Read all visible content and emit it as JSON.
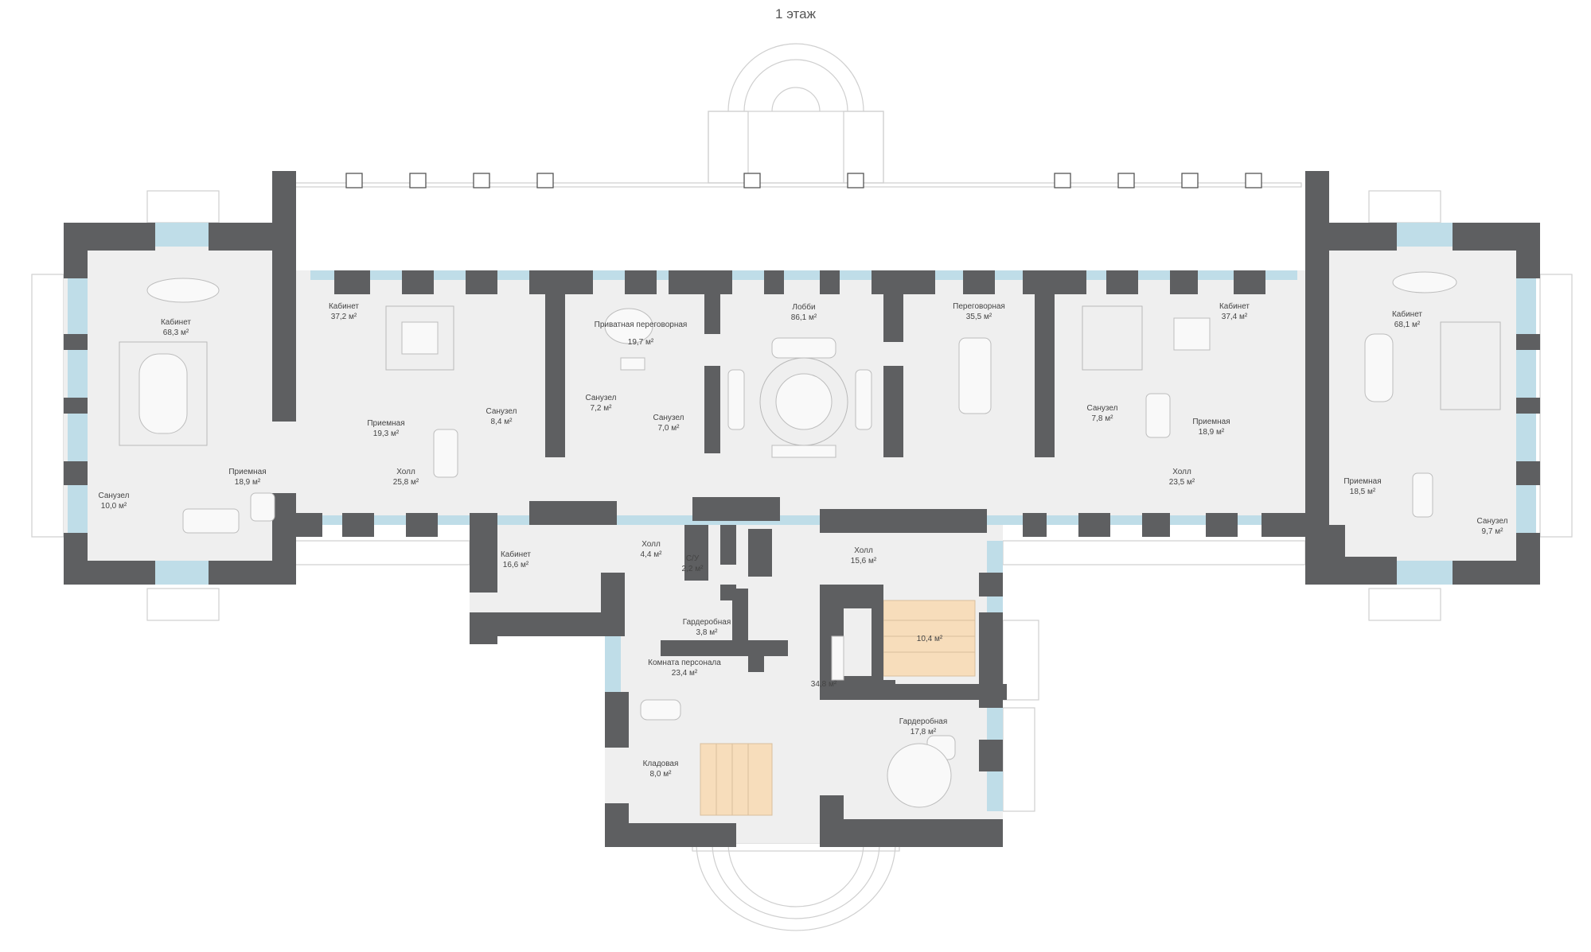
{
  "title": "1 этаж",
  "rooms": [
    {
      "name": "Кабинет",
      "area": "68,3 м²"
    },
    {
      "name": "Кабинет",
      "area": "37,2 м²"
    },
    {
      "name": "Приватная переговорная",
      "area": "19,7 м²"
    },
    {
      "name": "Лобби",
      "area": "86,1 м²"
    },
    {
      "name": "Переговорная",
      "area": "35,5 м²"
    },
    {
      "name": "Кабинет",
      "area": "37,4 м²"
    },
    {
      "name": "Кабинет",
      "area": "68,1 м²"
    },
    {
      "name": "Приемная",
      "area": "19,3 м²"
    },
    {
      "name": "Санузел",
      "area": "8,4 м²"
    },
    {
      "name": "Санузел",
      "area": "7,2 м²"
    },
    {
      "name": "Санузел",
      "area": "7,0 м²"
    },
    {
      "name": "Санузел",
      "area": "7,8 м²"
    },
    {
      "name": "Приемная",
      "area": "18,9 м²"
    },
    {
      "name": "Приемная",
      "area": "18,9 м²"
    },
    {
      "name": "Санузел",
      "area": "10,0 м²"
    },
    {
      "name": "Холл",
      "area": "25,8 м²"
    },
    {
      "name": "Холл",
      "area": "23,5 м²"
    },
    {
      "name": "Приемная",
      "area": "18,5 м²"
    },
    {
      "name": "Санузел",
      "area": "9,7 м²"
    },
    {
      "name": "Кабинет",
      "area": "16,6 м²"
    },
    {
      "name": "Холл",
      "area": "4,4 м²"
    },
    {
      "name": "С/У",
      "area": "2,2 м²"
    },
    {
      "name": "Холл",
      "area": "15,6 м²"
    },
    {
      "name": "Гардеробная",
      "area": "3,8 м²"
    },
    {
      "name": "",
      "area": "10,4 м²"
    },
    {
      "name": "Комната персонала",
      "area": "23,4 м²"
    },
    {
      "name": "",
      "area": "34,8 м²"
    },
    {
      "name": "Гардеробная",
      "area": "17,8 м²"
    },
    {
      "name": "Кладовая",
      "area": "8,0 м²"
    }
  ],
  "colors": {
    "wall": "#5e5f61",
    "floor": "#efefef",
    "glass": "#bfdde8",
    "stair": "#f7ddbb",
    "outline": "#cfcfcf"
  }
}
